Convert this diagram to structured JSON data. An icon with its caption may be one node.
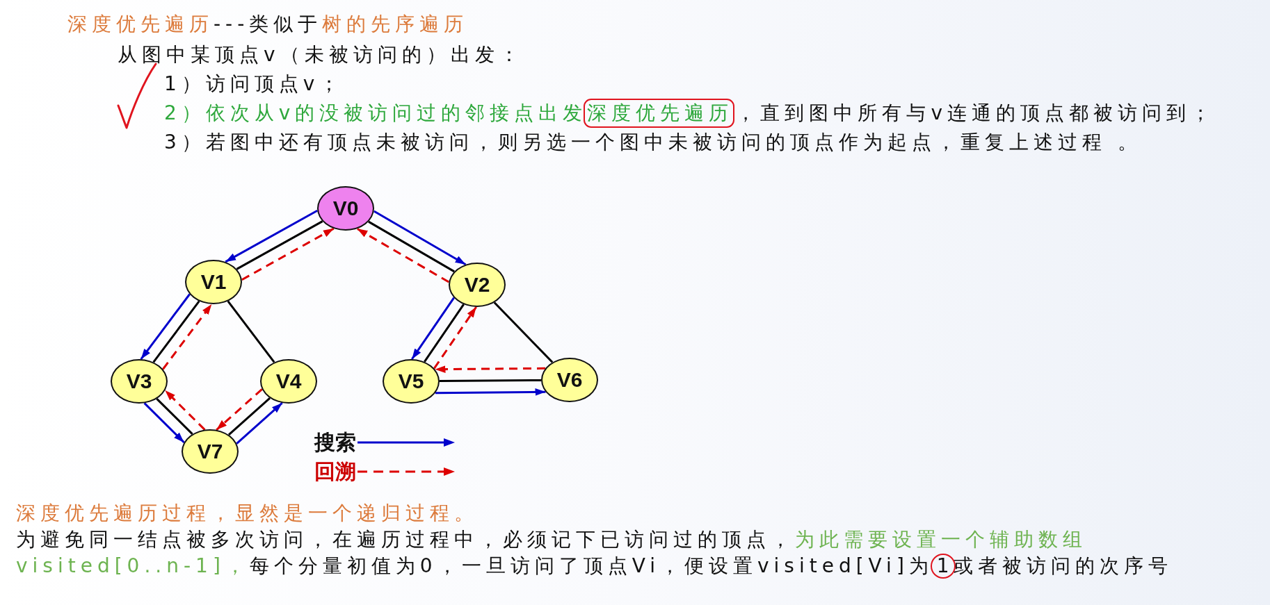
{
  "diagram": {
    "nodes": [
      {
        "text": [
          "V0"
        ]
      },
      {
        "text": [
          "V1"
        ]
      },
      {
        "text": [
          "V2"
        ]
      },
      {
        "text": [
          "V3"
        ]
      },
      {
        "text": [
          "V4"
        ]
      },
      {
        "text": [
          "V5"
        ]
      },
      {
        "text": [
          "V6"
        ]
      },
      {
        "text": [
          "V7"
        ]
      }
    ],
    "edges": [
      {
        "from": 0,
        "to": 1,
        "arrow": "none"
      },
      {
        "from": 0,
        "to": 2,
        "arrow": "none"
      },
      {
        "from": 1,
        "to": 3,
        "arrow": "none"
      },
      {
        "from": 1,
        "to": 4,
        "arrow": "none"
      },
      {
        "from": 2,
        "to": 5,
        "arrow": "none"
      },
      {
        "from": 2,
        "to": 6,
        "arrow": "none"
      },
      {
        "from": 3,
        "to": 7,
        "arrow": "none"
      },
      {
        "from": 4,
        "to": 7,
        "arrow": "none"
      },
      {
        "from": 5,
        "to": 6,
        "arrow": "none"
      },
      {
        "from": 0,
        "to": 1,
        "arrow": "to",
        "color": "#0000cc"
      },
      {
        "from": 1,
        "to": 3,
        "arrow": "to",
        "color": "#0000cc"
      },
      {
        "from": 3,
        "to": 7,
        "arrow": "to",
        "color": "#0000cc"
      },
      {
        "from": 7,
        "to": 4,
        "arrow": "to",
        "color": "#0000cc"
      },
      {
        "from": 4,
        "to": 7,
        "arrow": "to",
        "style": "dashed",
        "color": "#dd0000"
      },
      {
        "from": 7,
        "to": 3,
        "arrow": "to",
        "style": "dashed",
        "color": "#dd0000"
      },
      {
        "from": 3,
        "to": 1,
        "arrow": "to",
        "style": "dashed",
        "color": "#dd0000"
      },
      {
        "from": 1,
        "to": 0,
        "arrow": "to",
        "style": "dashed",
        "color": "#dd0000"
      },
      {
        "from": 0,
        "to": 2,
        "arrow": "to",
        "color": "#0000cc"
      },
      {
        "from": 2,
        "to": 5,
        "arrow": "to",
        "color": "#0000cc"
      },
      {
        "from": 5,
        "to": 6,
        "arrow": "to",
        "color": "#0000cc"
      },
      {
        "from": 6,
        "to": 5,
        "arrow": "to",
        "style": "dashed",
        "color": "#dd0000"
      },
      {
        "from": 5,
        "to": 2,
        "arrow": "to",
        "style": "dashed",
        "color": "#dd0000"
      },
      {
        "from": 2,
        "to": 0,
        "arrow": "to",
        "style": "dashed",
        "color": "#dd0000"
      }
    ],
    "labels": [
      "深度优先遍历",
      "---类似于",
      "树的先序遍历",
      "从图中某顶点v（未被访问的）出发：",
      "1）访问顶点v；",
      "2）依次从v的没被访问过的邻接点出发",
      "深度优先遍历",
      "，直到图中所有与v连通的顶点都被访问到；",
      "3）若图中还有顶点未被访问，则另选一个图中未被访问的顶点作为起点，重复上述过程 。",
      "深度优先遍历过程，显然是一个递归过程。",
      "为避免同一结点被多次访问，在遍历过程中，必须记下已访问过的顶点，",
      "为此需要设置一个辅助数组",
      "visited[0..n-1]，",
      "每个分量初值为0，一旦访问了顶点Vi，便设置visited[Vi]为",
      "1",
      "或者被访问的次序号"
    ],
    "legend": [
      {
        "text": "搜索"
      },
      {
        "text": "回溯"
      }
    ]
  }
}
